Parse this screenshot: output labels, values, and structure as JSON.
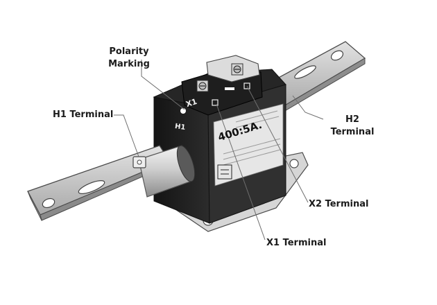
{
  "labels": {
    "polarity_line1": "Polarity",
    "polarity_line2": "Marking",
    "h1": "H1 Terminal",
    "h2_line1": "H2",
    "h2_line2": "Terminal",
    "x2": "X2 Terminal",
    "x1": "X1 Terminal"
  },
  "device_text": {
    "ratio": "400:5A.",
    "x1_mark": "X1",
    "h1_mark": "H1"
  },
  "colors": {
    "background": "#ffffff",
    "label_text": "#1b1b1b",
    "leader_line": "#6e6e6e",
    "busbar": "#c9c9c9",
    "housing": "#1c1c1c",
    "nameplate": "#e6e6e6"
  }
}
